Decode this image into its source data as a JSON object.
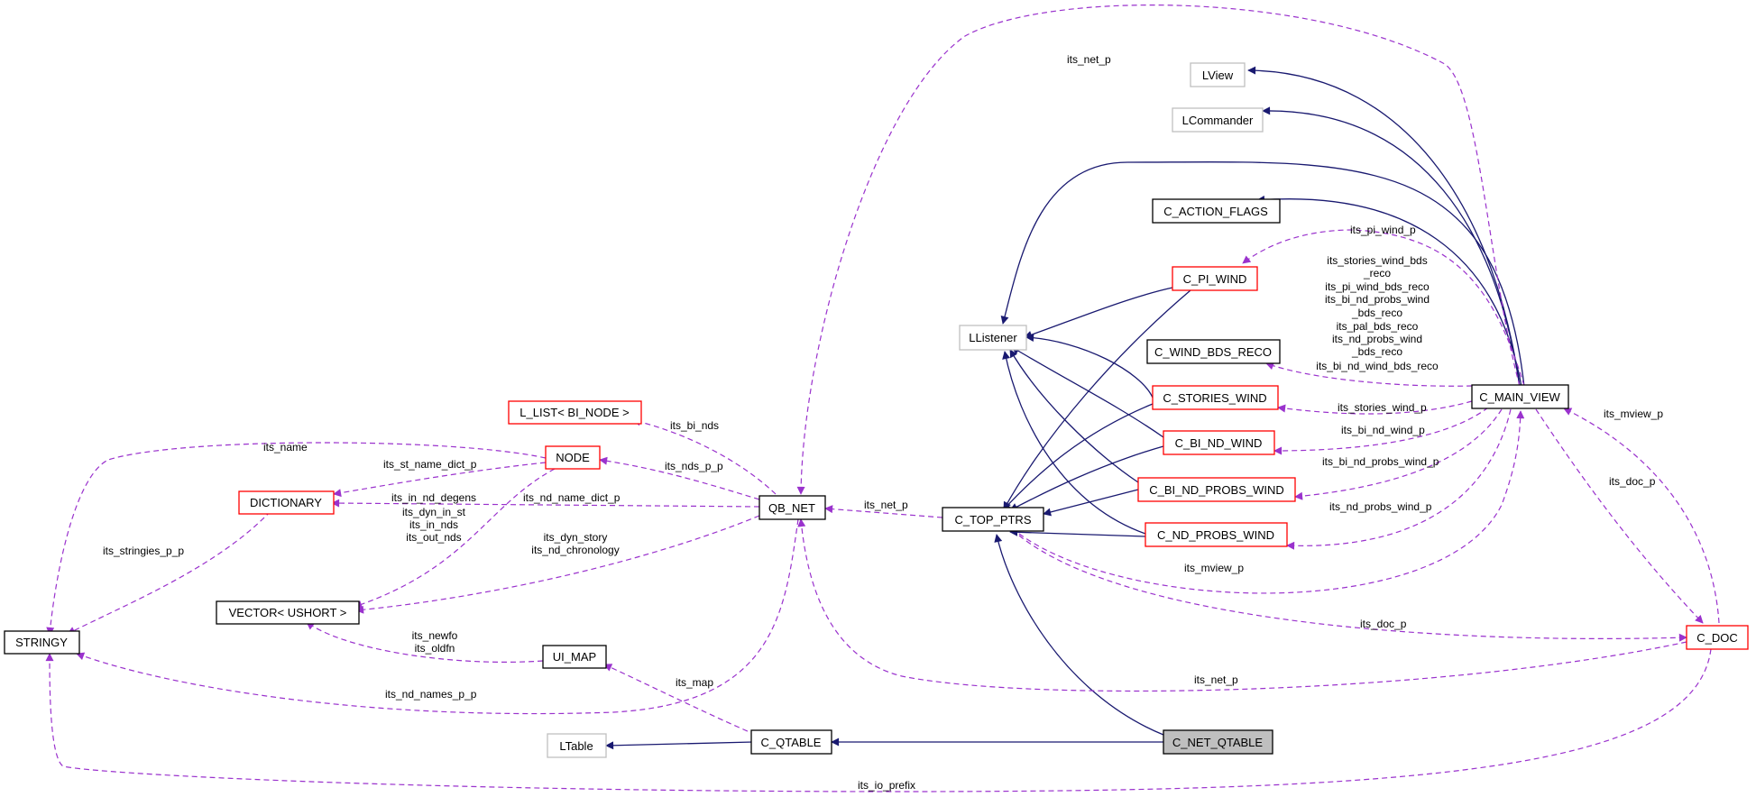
{
  "nodes": {
    "stringy": "STRINGY",
    "dictionary": "DICTIONARY",
    "node": "NODE",
    "l_list": "L_LIST< BI_NODE >",
    "vector": "VECTOR< USHORT >",
    "ui_map": "UI_MAP",
    "ltable": "LTable",
    "qb_net": "QB_NET",
    "c_qtable": "C_QTABLE",
    "c_top_ptrs": "C_TOP_PTRS",
    "c_net_qtable": "C_NET_QTABLE",
    "llistener": "LListener",
    "c_pi_wind": "C_PI_WIND",
    "c_wind_bds_reco": "C_WIND_BDS_RECO",
    "c_stories_wind": "C_STORIES_WIND",
    "c_bi_nd_wind": "C_BI_ND_WIND",
    "c_bi_nd_probs_wind": "C_BI_ND_PROBS_WIND",
    "c_nd_probs_wind": "C_ND_PROBS_WIND",
    "c_action_flags": "C_ACTION_FLAGS",
    "lview": "LView",
    "lcommander": "LCommander",
    "c_main_view": "C_MAIN_VIEW",
    "c_doc": "C_DOC"
  },
  "labels": {
    "its_net_p_top": "its_net_p",
    "its_name": "its_name",
    "its_st_name_dict_p": "its_st_name_dict_p",
    "its_stringies_p_p": "its_stringies_p_p",
    "its_bi_nds": "its_bi_nds",
    "its_nds_p_p": "its_nds_p_p",
    "its_nd_name_dict_p": "its_nd_name_dict_p",
    "node_vector_1": "its_in_nd_degens",
    "node_vector_2": "its_dyn_in_st",
    "node_vector_3": "its_in_nds",
    "node_vector_4": "its_out_nds",
    "qb_vector_1": "its_dyn_story",
    "qb_vector_2": "its_nd_chronology",
    "ui_vector_1": "its_newfo",
    "ui_vector_2": "its_oldfn",
    "its_nd_names_p_p": "its_nd_names_p_p",
    "its_map": "its_map",
    "its_net_p_top_ptrs": "its_net_p",
    "its_pi_wind_p": "its_pi_wind_p",
    "reco_1": "its_stories_wind_bds",
    "reco_2": "_reco",
    "reco_3": "its_pi_wind_bds_reco",
    "reco_4": "its_bi_nd_probs_wind",
    "reco_5": "_bds_reco",
    "reco_6": "its_pal_bds_reco",
    "reco_7": "its_nd_probs_wind",
    "reco_8": "_bds_reco",
    "reco_9": "its_bi_nd_wind_bds_reco",
    "its_stories_wind_p": "its_stories_wind_p",
    "its_bi_nd_wind_p": "its_bi_nd_wind_p",
    "its_bi_nd_probs_wind_p": "its_bi_nd_probs_wind_p",
    "its_nd_probs_wind_p": "its_nd_probs_wind_p",
    "its_mview_p_top": "its_mview_p",
    "its_mview_p_doc": "its_mview_p",
    "its_doc_p_main": "its_doc_p",
    "its_doc_p_top": "its_doc_p",
    "its_net_p_doc": "its_net_p",
    "its_io_prefix": "its_io_prefix"
  },
  "colors": {
    "inheritance": "#191970",
    "member": "#9a32cd",
    "documented_border": "#ff0000",
    "undocumented_border": "#bfbfbf",
    "focus_fill": "#bfbfbf"
  }
}
